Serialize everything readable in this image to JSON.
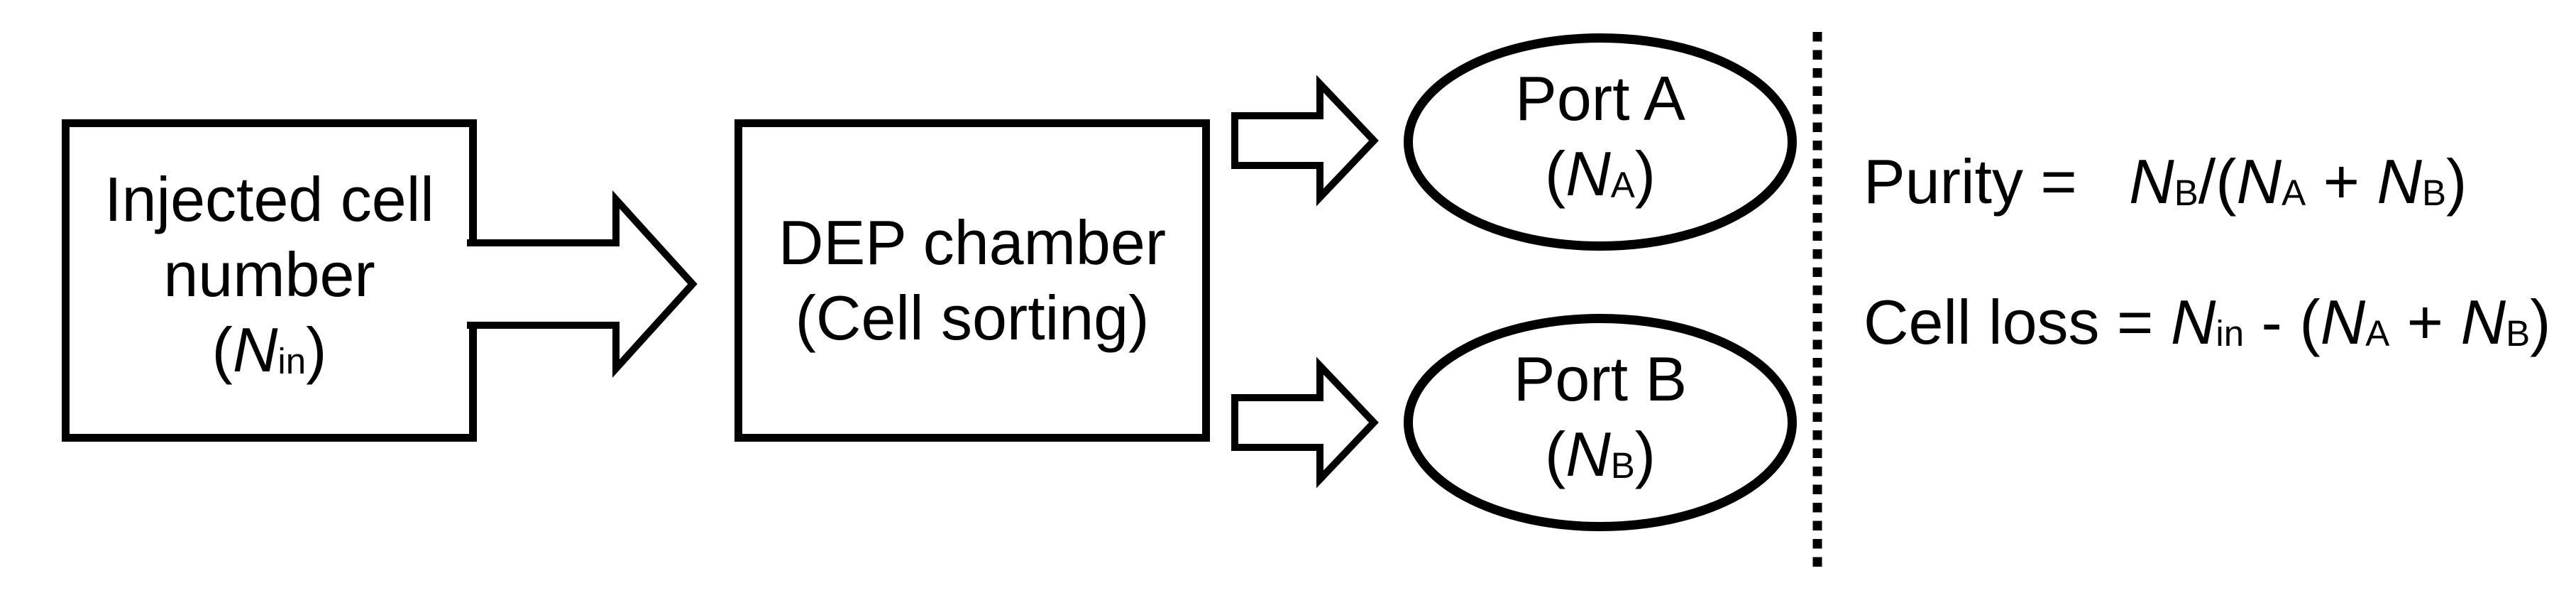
{
  "colors": {
    "background": "#ffffff",
    "stroke": "#000000",
    "text": "#000000"
  },
  "diagram": {
    "injected_box": {
      "lines": [
        [
          {
            "t": "Injected cell"
          }
        ],
        [
          {
            "t": "number"
          }
        ],
        [
          {
            "t": "("
          },
          {
            "t": "N",
            "i": true
          },
          {
            "t": "in",
            "sub": true
          },
          {
            "t": ")"
          }
        ]
      ]
    },
    "dep_box": {
      "lines": [
        [
          {
            "t": "DEP chamber"
          }
        ],
        [
          {
            "t": "(Cell sorting)"
          }
        ]
      ]
    },
    "port_a": {
      "lines": [
        [
          {
            "t": "Port A"
          }
        ],
        [
          {
            "t": "("
          },
          {
            "t": "N",
            "i": true
          },
          {
            "t": "A",
            "sub": true
          },
          {
            "t": ")"
          }
        ]
      ]
    },
    "port_b": {
      "lines": [
        [
          {
            "t": "Port B"
          }
        ],
        [
          {
            "t": "("
          },
          {
            "t": "N",
            "i": true
          },
          {
            "t": "B",
            "sub": true
          },
          {
            "t": ")"
          }
        ]
      ]
    },
    "formulas": {
      "purity": [
        {
          "t": "Purity ="
        },
        {
          "t": "   "
        },
        {
          "t": "N",
          "i": true
        },
        {
          "t": "B",
          "sub": true
        },
        {
          "t": "/("
        },
        {
          "t": "N",
          "i": true
        },
        {
          "t": "A",
          "sub": true
        },
        {
          "t": " + "
        },
        {
          "t": "N",
          "i": true
        },
        {
          "t": "B",
          "sub": true
        },
        {
          "t": ")"
        }
      ],
      "cell_loss": [
        {
          "t": "Cell loss = "
        },
        {
          "t": "N",
          "i": true
        },
        {
          "t": "in",
          "sub": true
        },
        {
          "t": " - ("
        },
        {
          "t": "N",
          "i": true
        },
        {
          "t": "A",
          "sub": true
        },
        {
          "t": " + "
        },
        {
          "t": "N",
          "i": true
        },
        {
          "t": "B",
          "sub": true
        },
        {
          "t": ")"
        }
      ]
    }
  }
}
